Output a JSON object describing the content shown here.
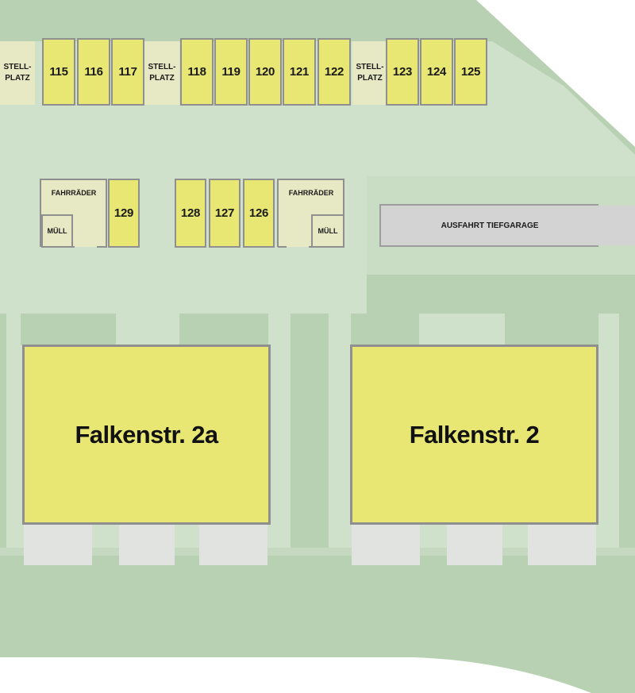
{
  "colors": {
    "lawn": "#b7d1b2",
    "path": "#cfe1cb",
    "garage_fill": "#e9e774",
    "stellplatz_fill": "#e6e9c3",
    "outline": "#8f8f8f",
    "ramp_fill": "#d3d3d3",
    "terrace_fill": "#e1e3e1"
  },
  "garages_top": [
    "115",
    "116",
    "117",
    "118",
    "119",
    "120",
    "121",
    "122",
    "123",
    "124",
    "125"
  ],
  "stellplatz_label": "STELL-\nPLATZ",
  "garages_mid_left": [
    "129"
  ],
  "garages_mid_right": [
    "128",
    "127",
    "126"
  ],
  "shed_label": "FAHRRÄDER",
  "muell_label": "MÜLL",
  "ramp_label": "AUSFAHRT TIEFGARAGE",
  "buildings": [
    "Falkenstr. 2a",
    "Falkenstr. 2"
  ]
}
